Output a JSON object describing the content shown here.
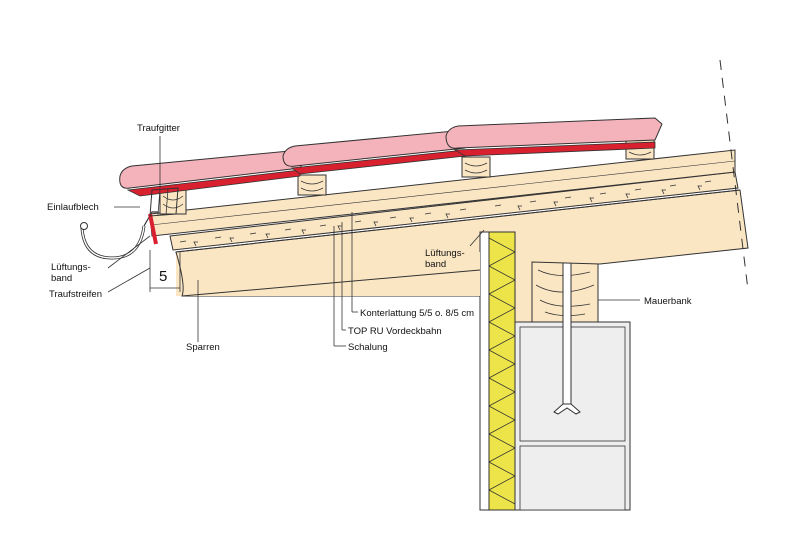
{
  "labels": {
    "traufgitter": "Traufgitter",
    "einlaufblech": "Einlaufblech",
    "lueftungsband_left_1": "Lüftungs-",
    "lueftungsband_left_2": "band",
    "traufstreifen": "Traufstreifen",
    "dimension": "5",
    "sparren": "Sparren",
    "lueftungsband_right_1": "Lüftungs-",
    "lueftungsband_right_2": "band",
    "konterlattung": "Konterlattung 5/5 o. 8/5 cm",
    "top_ru": "TOP RU Vordeckbahn",
    "schalung": "Schalung",
    "mauerbank": "Mauerbank"
  },
  "colors": {
    "tile_fill": "#f4b3bb",
    "tile_red": "#d8202e",
    "wood": "#fbe6c4",
    "insulation": "#ede44a",
    "masonry": "#eeeeee",
    "line": "#333333"
  }
}
